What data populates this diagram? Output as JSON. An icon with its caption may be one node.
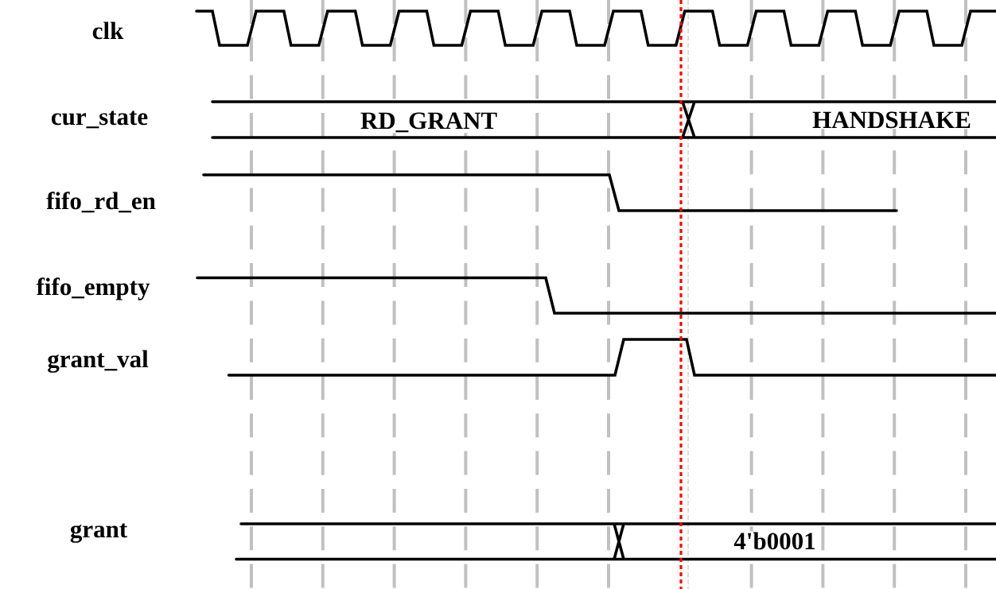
{
  "diagram": {
    "labels": [
      "clk",
      "cur_state",
      "RD_GRANT",
      "HANDSHAKE",
      "fifo_rd_en",
      "fifo_empty",
      "grant_val",
      "grant",
      "4'b0001"
    ]
  }
}
